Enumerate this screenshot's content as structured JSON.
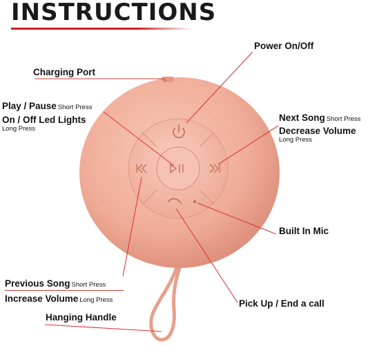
{
  "title": "INSTRUCTIONS",
  "colors": {
    "accent_red": "#d01c1c",
    "leader_line": "#d93a3a",
    "speaker_body": "#f0b09e",
    "speaker_shadow": "#d98c78",
    "button_face": "#f5c0b0"
  },
  "icons": [
    "power-icon",
    "play-pause-icon",
    "previous-icon",
    "next-icon",
    "phone-icon"
  ],
  "labels": {
    "charging_port": {
      "main": "Charging Port"
    },
    "play_pause": {
      "main": "Play / Pause",
      "sub": "Short Press"
    },
    "led_lights": {
      "main": "On / Off Led Lights",
      "sub": "Long Press"
    },
    "power": {
      "main": "Power On/Off"
    },
    "next_song": {
      "main": "Next Song",
      "sub": "Short Press"
    },
    "decrease_volume": {
      "main": "Decrease Volume",
      "sub": "Long Press"
    },
    "built_in_mic": {
      "main": "Built In Mic"
    },
    "previous_song": {
      "main": "Previous Song",
      "sub": "Short Press"
    },
    "increase_volume": {
      "main": "Increase Volume",
      "sub": "Long Press"
    },
    "pick_up": {
      "main": "Pick Up / End a call"
    },
    "hanging_handle": {
      "main": "Hanging Handle"
    }
  }
}
